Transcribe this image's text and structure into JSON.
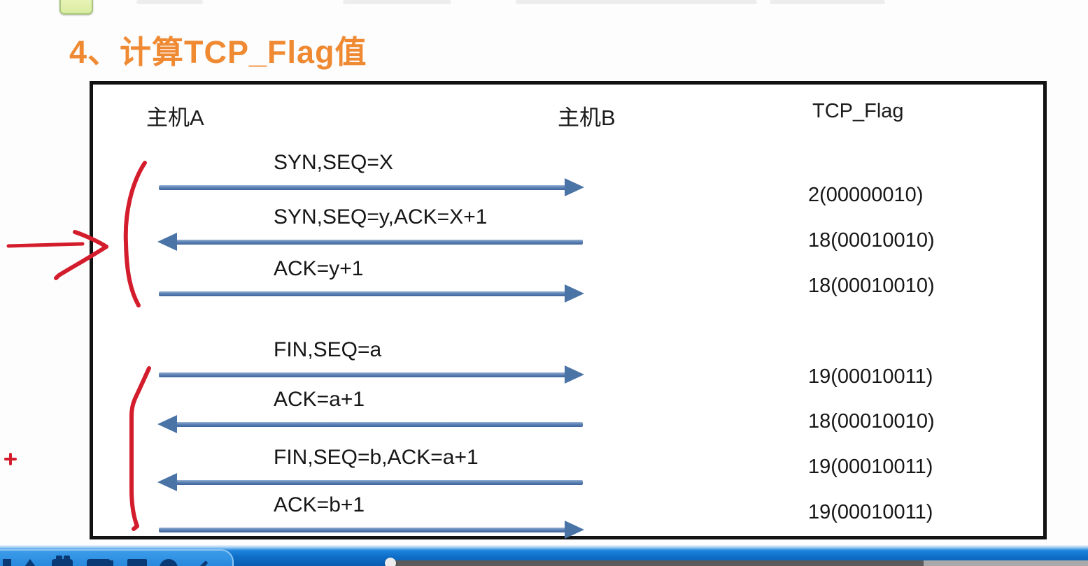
{
  "title": "4、计算TCP_Flag值",
  "diagram": {
    "host_a_header": "主机A",
    "host_b_header": "主机B",
    "flag_header": "TCP_Flag",
    "messages": [
      {
        "label": "SYN,SEQ=X",
        "direction": "right",
        "flag": "2(00000010)"
      },
      {
        "label": "SYN,SEQ=y,ACK=X+1",
        "direction": "left",
        "flag": "18(00010010)"
      },
      {
        "label": "ACK=y+1",
        "direction": "right",
        "flag": "18(00010010)"
      },
      {
        "label": "FIN,SEQ=a",
        "direction": "right",
        "flag": "19(00010011)"
      },
      {
        "label": "ACK=a+1",
        "direction": "left",
        "flag": "18(00010010)"
      },
      {
        "label": "FIN,SEQ=b,ACK=a+1",
        "direction": "left",
        "flag": "19(00010011)"
      },
      {
        "label": "ACK=b+1",
        "direction": "right",
        "flag": "19(00010011)"
      }
    ]
  },
  "annotations": {
    "plus_sign": "+"
  },
  "colors": {
    "title_orange": "#ef8a33",
    "arrow_blue": "#4a73a6",
    "annotation_red": "#d41d2c",
    "player_bar_blue": "#0f6fc8"
  }
}
